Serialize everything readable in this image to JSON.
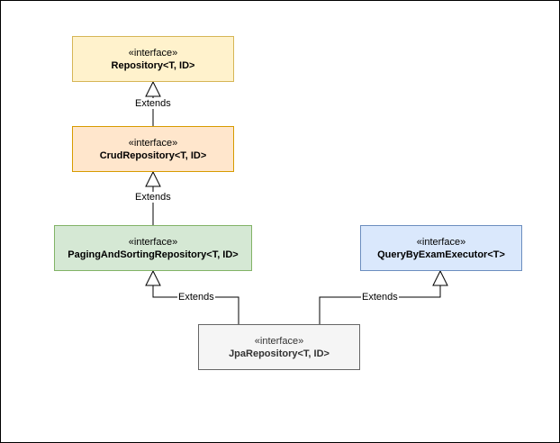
{
  "diagram": {
    "stereotype": "«interface»",
    "edge_label": "Extends",
    "nodes": {
      "repository": {
        "name": "Repository<T, ID>",
        "fill": "#fff2cc",
        "stroke": "#d6b656"
      },
      "crud": {
        "name": "CrudRepository<T, ID>",
        "fill": "#ffe6cc",
        "stroke": "#d79b00"
      },
      "paging": {
        "name": "PagingAndSortingRepository<T, ID>",
        "fill": "#d5e8d4",
        "stroke": "#82b366"
      },
      "qbe": {
        "name": "QueryByExamExecutor<T>",
        "fill": "#dae8fc",
        "stroke": "#6c8ebf"
      },
      "jpa": {
        "name": "JpaRepository<T, ID>",
        "fill": "#f5f5f5",
        "stroke": "#666666"
      }
    },
    "edges": [
      {
        "from": "crud",
        "to": "repository",
        "label": "Extends"
      },
      {
        "from": "paging",
        "to": "crud",
        "label": "Extends"
      },
      {
        "from": "jpa",
        "to": "paging",
        "label": "Extends"
      },
      {
        "from": "jpa",
        "to": "qbe",
        "label": "Extends"
      }
    ]
  }
}
